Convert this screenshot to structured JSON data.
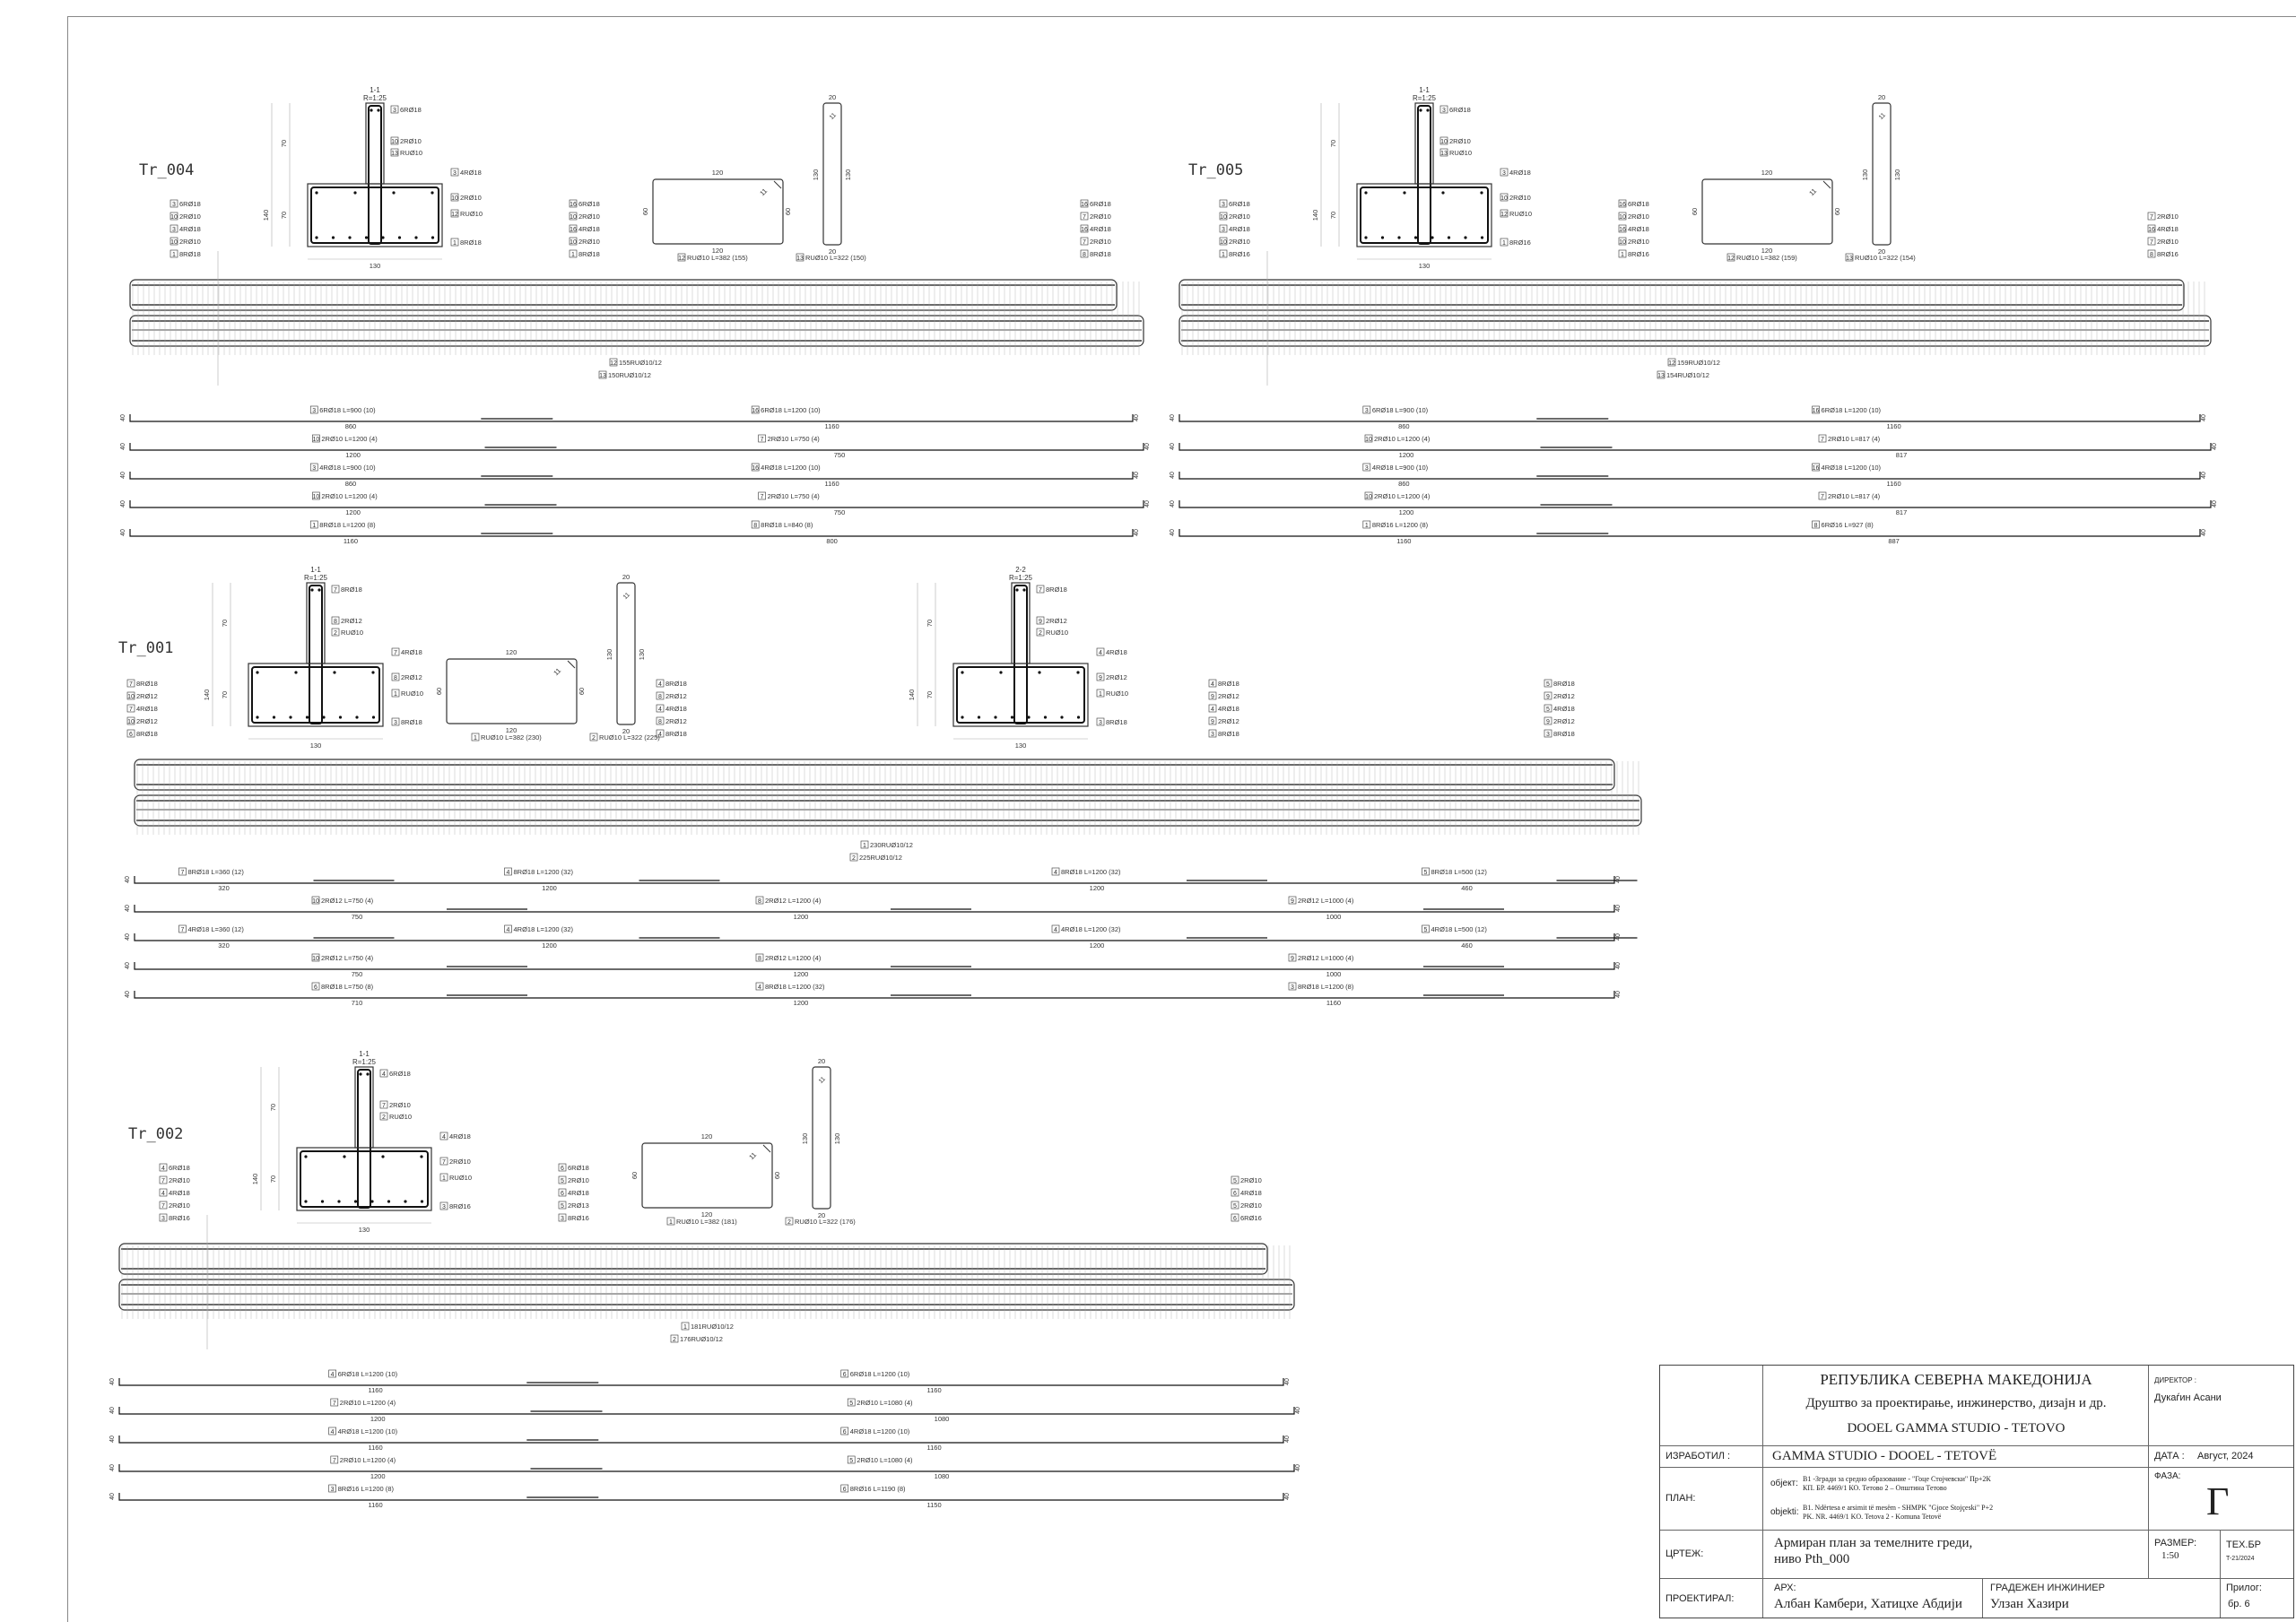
{
  "beams": [
    {
      "id": "tr004",
      "title": "Tr_004",
      "section": {
        "label": "1-1",
        "scale": "R=1:25",
        "dim_h_total": "140",
        "dim_h_top": "70",
        "dim_h_bottom": "70",
        "dim_width": "130",
        "labels": [
          "3 6RØ18",
          "10 2RØ10",
          "13 RUØ10",
          "3 4RØ18",
          "10 2RØ10",
          "12 RUØ10",
          "1 8RØ18"
        ]
      },
      "stirrup_large": {
        "top": "120",
        "bottom": "120",
        "side": "60",
        "side2": "60",
        "hook": "11",
        "label": "12 RUØ10 L=382 (155)"
      },
      "stirrup_narrow": {
        "top": "20",
        "side": "130",
        "side2": "130",
        "hook": "11",
        "bottom": "20",
        "label": "13 RUØ10 L=322 (150)"
      },
      "left_labels": [
        "3 6RØ18",
        "10 2RØ10",
        "3 4RØ18",
        "10 2RØ10",
        "1 8RØ18"
      ],
      "mid_labels": [
        "16 6RØ18",
        "10 2RØ10",
        "16 4RØ18",
        "10 2RØ10",
        "1 8RØ18"
      ],
      "right_labels": [
        "16 6RØ18",
        "7 2RØ10",
        "16 4RØ18",
        "7 2RØ10",
        "8 8RØ18"
      ],
      "stirrup_notes": [
        "12 155RUØ10/12",
        "13 150RUØ10/12"
      ],
      "bars": [
        {
          "left": "3 6RØ18 L=900 (10)",
          "left_len": "860",
          "right": "16 6RØ18 L=1200 (10)",
          "right_len": "1160"
        },
        {
          "left": "10 2RØ10 L=1200 (4)",
          "left_len": "1200",
          "right": "7 2RØ10 L=750 (4)",
          "right_len": "750"
        },
        {
          "left": "3 4RØ18 L=900 (10)",
          "left_len": "860",
          "right": "16 4RØ18 L=1200 (10)",
          "right_len": "1160"
        },
        {
          "left": "10 2RØ10 L=1200 (4)",
          "left_len": "1200",
          "right": "7 2RØ10 L=750 (4)",
          "right_len": "750"
        },
        {
          "left": "1 8RØ18 L=1200 (8)",
          "left_len": "1160",
          "right": "8 8RØ18 L=840 (8)",
          "right_len": "800"
        }
      ],
      "hook": "40"
    },
    {
      "id": "tr005",
      "title": "Tr_005",
      "section": {
        "label": "1-1",
        "scale": "R=1:25",
        "dim_h_total": "140",
        "dim_h_top": "70",
        "dim_h_bottom": "70",
        "dim_width": "130",
        "labels": [
          "3 6RØ18",
          "10 2RØ10",
          "13 RUØ10",
          "3 4RØ18",
          "10 2RØ10",
          "12 RUØ10",
          "1 8RØ16"
        ]
      },
      "stirrup_large": {
        "top": "120",
        "bottom": "120",
        "side": "60",
        "side2": "60",
        "hook": "11",
        "label": "12 RUØ10 L=382 (159)"
      },
      "stirrup_narrow": {
        "top": "20",
        "side": "130",
        "side2": "130",
        "hook": "11",
        "bottom": "20",
        "label": "13 RUØ10 L=322 (154)"
      },
      "left_labels": [
        "3 6RØ18",
        "10 2RØ10",
        "3 4RØ18",
        "10 2RØ10",
        "1 8RØ16"
      ],
      "mid_labels": [
        "16 6RØ18",
        "10 2RØ10",
        "16 4RØ18",
        "10 2RØ10",
        "1 8RØ16"
      ],
      "right_labels": [
        "7 2RØ10",
        "16 4RØ18",
        "7 2RØ10",
        "8 8RØ16"
      ],
      "stirrup_notes": [
        "12 159RUØ10/12",
        "13 154RUØ10/12"
      ],
      "bars": [
        {
          "left": "3 6RØ18 L=900 (10)",
          "left_len": "860",
          "right": "16 6RØ18 L=1200 (10)",
          "right_len": "1160"
        },
        {
          "left": "10 2RØ10 L=1200 (4)",
          "left_len": "1200",
          "right": "7 2RØ10 L=817 (4)",
          "right_len": "817"
        },
        {
          "left": "3 4RØ18 L=900 (10)",
          "left_len": "860",
          "right": "16 4RØ18 L=1200 (10)",
          "right_len": "1160"
        },
        {
          "left": "10 2RØ10 L=1200 (4)",
          "left_len": "1200",
          "right": "7 2RØ10 L=817 (4)",
          "right_len": "817"
        },
        {
          "left": "1 8RØ16 L=1200 (8)",
          "left_len": "1160",
          "right": "8 6RØ16 L=927 (8)",
          "right_len": "887"
        }
      ],
      "hook": "40"
    },
    {
      "id": "tr001",
      "title": "Tr_001",
      "section": {
        "label": "1-1",
        "scale": "R=1:25",
        "dim_h_total": "140",
        "dim_h_top": "70",
        "dim_h_bottom": "70",
        "dim_width": "130",
        "labels": [
          "7 8RØ18",
          "8 2RØ12",
          "2 RUØ10",
          "7 4RØ18",
          "8 2RØ12",
          "1 RUØ10",
          "3 8RØ18"
        ]
      },
      "section2": {
        "label": "2-2",
        "scale": "R=1:25",
        "dim_h_total": "140",
        "dim_h_top": "70",
        "dim_h_bottom": "70",
        "dim_width": "130",
        "labels": [
          "7 8RØ18",
          "9 2RØ12",
          "2 RUØ10",
          "4 4RØ18",
          "9 2RØ12",
          "1 RUØ10",
          "3 8RØ18"
        ]
      },
      "stirrup_large": {
        "top": "120",
        "bottom": "120",
        "side": "60",
        "side2": "60",
        "hook": "11",
        "label": "1 RUØ10 L=382 (230)"
      },
      "stirrup_narrow": {
        "top": "20",
        "side": "130",
        "side2": "130",
        "hook": "11",
        "bottom": "20",
        "label": "2 RUØ10 L=322 (225)"
      },
      "left_labels": [
        "7 8RØ18",
        "10 2RØ12",
        "7 4RØ18",
        "10 2RØ12",
        "6 8RØ18"
      ],
      "mid_labels": [
        "4 8RØ18",
        "8 2RØ12",
        "4 4RØ18",
        "8 2RØ12",
        "4 8RØ18"
      ],
      "mid2_labels": [
        "4 8RØ18",
        "9 2RØ12",
        "4 4RØ18",
        "9 2RØ12",
        "3 8RØ18"
      ],
      "right_labels": [
        "5 8RØ18",
        "9 2RØ12",
        "5 4RØ18",
        "9 2RØ12",
        "3 8RØ18"
      ],
      "stirrup_notes": [
        "1 230RUØ10/12",
        "2 225RUØ10/12"
      ],
      "bars_text": [
        [
          "7 8RØ18 L=360 (12)",
          "320",
          "4 8RØ18 L=1200 (32)",
          "1200",
          "4 8RØ18 L=1200 (32)",
          "1200",
          "5 8RØ18 L=500 (12)",
          "460"
        ],
        [
          "10 2RØ12 L=750 (4)",
          "750",
          "8 2RØ12 L=1200 (4)",
          "1200",
          "9 2RØ12 L=1000 (4)",
          "1000"
        ],
        [
          "7 4RØ18 L=360 (12)",
          "320",
          "4 4RØ18 L=1200 (32)",
          "1200",
          "4 4RØ18 L=1200 (32)",
          "1200",
          "5 4RØ18 L=500 (12)",
          "460"
        ],
        [
          "10 2RØ12 L=750 (4)",
          "750",
          "8 2RØ12 L=1200 (4)",
          "1200",
          "9 2RØ12 L=1000 (4)",
          "1000"
        ],
        [
          "6 8RØ18 L=750 (8)",
          "710",
          "4 8RØ18 L=1200 (32)",
          "1200",
          "3 8RØ18 L=1200 (8)",
          "1160"
        ]
      ],
      "hook": "40"
    },
    {
      "id": "tr002",
      "title": "Tr_002",
      "section": {
        "label": "1-1",
        "scale": "R=1:25",
        "dim_h_total": "140",
        "dim_h_top": "70",
        "dim_h_bottom": "70",
        "dim_width": "130",
        "labels": [
          "4 6RØ18",
          "7 2RØ10",
          "2 RUØ10",
          "4 4RØ18",
          "7 2RØ10",
          "1 RUØ10",
          "3 8RØ16"
        ]
      },
      "stirrup_large": {
        "top": "120",
        "bottom": "120",
        "side": "60",
        "side2": "60",
        "hook": "11",
        "label": "1 RUØ10 L=382 (181)"
      },
      "stirrup_narrow": {
        "top": "20",
        "side": "130",
        "side2": "130",
        "hook": "11",
        "bottom": "20",
        "label": "2 RUØ10 L=322 (176)"
      },
      "left_labels": [
        "4 6RØ18",
        "7 2RØ10",
        "4 4RØ18",
        "7 2RØ10",
        "3 8RØ16"
      ],
      "mid_labels": [
        "6 6RØ18",
        "5 2RØ10",
        "6 4RØ18",
        "5 2RØ13",
        "3 8RØ16"
      ],
      "right_labels": [
        "5 2RØ10",
        "6 4RØ18",
        "5 2RØ10",
        "6 6RØ16"
      ],
      "stirrup_notes": [
        "1 181RUØ10/12",
        "2 176RUØ10/12"
      ],
      "bars": [
        {
          "left": "4 6RØ18 L=1200 (10)",
          "left_len": "1160",
          "right": "6 6RØ18 L=1200 (10)",
          "right_len": "1160"
        },
        {
          "left": "7 2RØ10 L=1200 (4)",
          "left_len": "1200",
          "right": "5 2RØ10 L=1080 (4)",
          "right_len": "1080"
        },
        {
          "left": "4 4RØ18 L=1200 (10)",
          "left_len": "1160",
          "right": "6 4RØ18 L=1200 (10)",
          "right_len": "1160"
        },
        {
          "left": "7 2RØ10 L=1200 (4)",
          "left_len": "1200",
          "right": "5 2RØ10 L=1080 (4)",
          "right_len": "1080"
        },
        {
          "left": "3 8RØ16 L=1200 (8)",
          "left_len": "1160",
          "right": "6 8RØ16 L=1190 (8)",
          "right_len": "1150"
        }
      ],
      "hook": "40"
    }
  ],
  "title_block": {
    "republic": "РЕПУБЛИКА СЕВЕРНА МАКЕДОНИЈА",
    "company_desc": "Друштво за проектирање, инжинерство, дизајн и др.",
    "company": "DOOEL GAMMA STUDIO - TETOVO",
    "director_label": "ДИРЕКТОР :",
    "director_name": "Дукаѓин Асани",
    "made_by_label": "ИЗРАБОТИЛ :",
    "made_by": "GAMMA STUDIO - DOOEL - TETOVË",
    "date_label": "ДАТА :",
    "date": "Август, 2024",
    "plan_label": "ПЛАН:",
    "object_label_mk": "објект:",
    "object_mk_1": "B1 -Згради за средно образование - \"Гоце Стојчевски\" Пр+2К",
    "object_mk_2": "КП. БР. 4469/1  КО. Тетово 2 – Општина Тетово",
    "object_label_sq": "objekti:",
    "object_sq_1": "B1. Ndërtesa e arsimit të mesëm - SHMPK \"Gjoce Stojçeski\" P+2",
    "object_sq_2": "PK. NR. 4469/1 KO. Tetova 2 - Komuna Tetovë",
    "phase_label": "ФАЗА:",
    "phase": "Г",
    "drawing_label": "ЦРТЕЖ:",
    "drawing_1": "Армиран план за темелните греди,",
    "drawing_2": "ниво Pth_000",
    "scale_label": "РАЗМЕР:",
    "scale": "1:50",
    "tech_label": "ТЕХ.БР",
    "tech_no": "T-21/2024",
    "designed_label": "ПРОЕКТИРАЛ:",
    "arch_label": "АРХ:",
    "arch_names": "Албан Камбери, Хатицхе Абдији",
    "civil_label": "ГРАДЕЖЕН ИНЖИНИЕР",
    "civil_name": "Улзан Хазири",
    "annex_label": "Прилог:",
    "annex_no": "бр. 6"
  },
  "colors": {
    "line": "#333333",
    "grid": "#aaaaaa",
    "bar": "#111111"
  }
}
